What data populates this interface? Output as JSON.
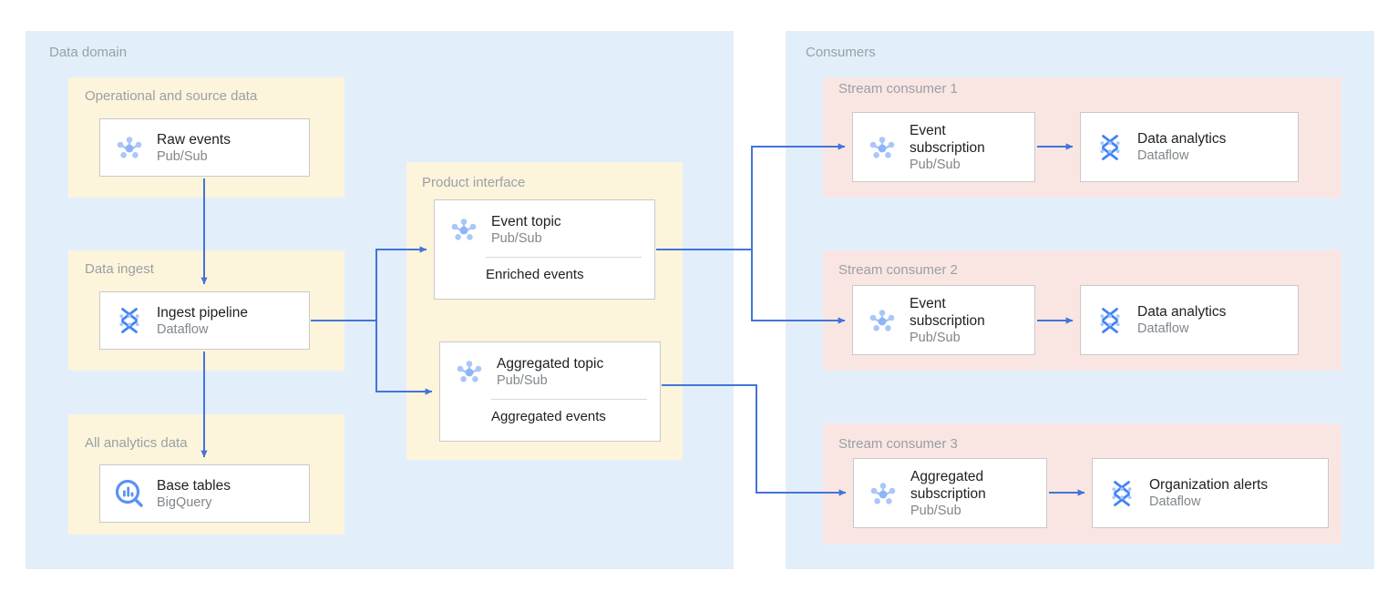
{
  "colors": {
    "domain_bg": "#e3eefb",
    "group_bg": "#fdf4dc",
    "consumer_bg": "#f9e6e3",
    "arrow": "#4275d6",
    "card_bg": "#ffffff",
    "card_border": "#c9c9c9",
    "title_text": "#9aa0a6",
    "primary_text": "#202124",
    "secondary_text": "#80868b",
    "icon_blue_dark": "#4285f4",
    "icon_blue_light": "#a8c7fa"
  },
  "domain": {
    "title": "Data domain",
    "groups": [
      {
        "title": "Operational and source data",
        "cards": [
          {
            "name": "Raw events",
            "service": "Pub/Sub",
            "icon": "pubsub-icon"
          }
        ]
      },
      {
        "title": "Data ingest",
        "cards": [
          {
            "name": "Ingest pipeline",
            "service": "Dataflow",
            "icon": "dataflow-icon"
          }
        ]
      },
      {
        "title": "All analytics data",
        "cards": [
          {
            "name": "Base tables",
            "service": "BigQuery",
            "icon": "bigquery-icon"
          }
        ]
      }
    ]
  },
  "product_interface": {
    "title": "Product interface",
    "topics": [
      {
        "name": "Event topic",
        "service": "Pub/Sub",
        "payload": "Enriched events",
        "icon": "pubsub-icon"
      },
      {
        "name": "Aggregated topic",
        "service": "Pub/Sub",
        "payload": "Aggregated events",
        "icon": "pubsub-icon"
      }
    ]
  },
  "consumers": {
    "title": "Consumers",
    "groups": [
      {
        "title": "Stream consumer 1",
        "subscription": {
          "name": "Event subscription",
          "service": "Pub/Sub",
          "icon": "pubsub-icon"
        },
        "processor": {
          "name": "Data analytics",
          "service": "Dataflow",
          "icon": "dataflow-icon"
        }
      },
      {
        "title": "Stream consumer 2",
        "subscription": {
          "name": "Event subscription",
          "service": "Pub/Sub",
          "icon": "pubsub-icon"
        },
        "processor": {
          "name": "Data analytics",
          "service": "Dataflow",
          "icon": "dataflow-icon"
        }
      },
      {
        "title": "Stream consumer 3",
        "subscription": {
          "name": "Aggregated subscription",
          "service": "Pub/Sub",
          "icon": "pubsub-icon"
        },
        "processor": {
          "name": "Organization alerts",
          "service": "Dataflow",
          "icon": "dataflow-icon"
        }
      }
    ]
  }
}
